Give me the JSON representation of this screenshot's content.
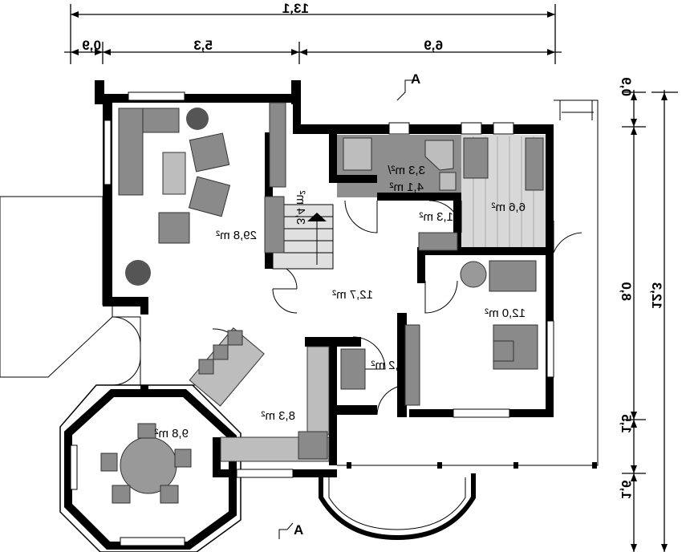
{
  "dimensions": {
    "top_total": "13,1",
    "top_segments": [
      "0,9",
      "5,3",
      "6,9"
    ],
    "right_segments": [
      "0,9",
      "8,0",
      "1,5",
      "1,6"
    ],
    "right_total": "12,3"
  },
  "section_marks": [
    "A",
    "A"
  ],
  "rooms": {
    "living": "29,8 m²",
    "hall": "12,7 m²",
    "office": "12,0 m²",
    "laundry": "6,6 m²",
    "bathroom": "3,3 m²/",
    "bathroom_2": "4,1 m²",
    "corridor": "1,3 m²",
    "stairs": "3,4 m²",
    "pantry": "3,2 m²",
    "kitchen": "8,3 m²",
    "dining": "9,8 m²"
  }
}
